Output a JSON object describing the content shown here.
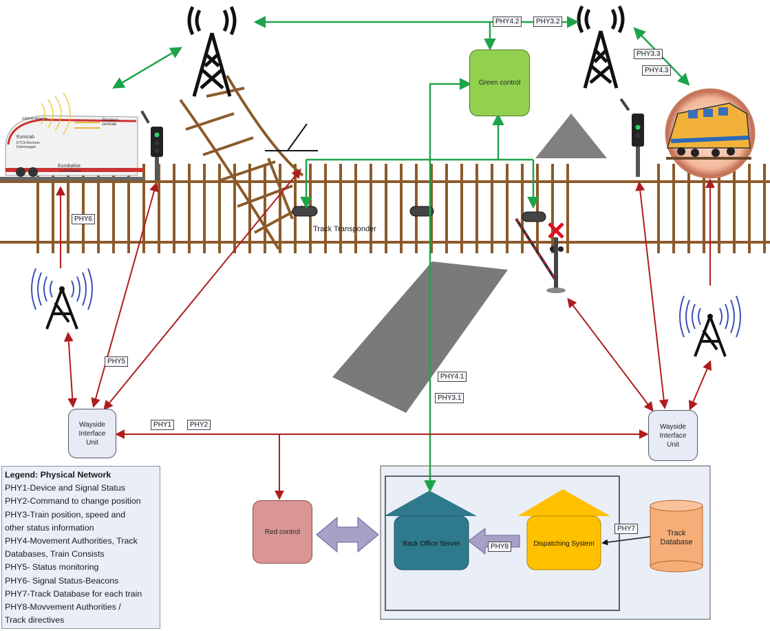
{
  "nodes": {
    "wiu_left": "Wayside\nInterface\nUnit",
    "wiu_right": "Wayside\nInterface\nUnit",
    "green_control": "Green control",
    "red_control": "Red control",
    "back_office": "Back Office Server",
    "dispatching": "Dispatching System",
    "track_db": "Track\nDatabase",
    "track_transponder": "Track Transponder"
  },
  "tags": {
    "phy4_2": "PHY4.2",
    "phy3_2": "PHY3.2",
    "phy3_3": "PHY3.3",
    "phy4_3": "PHY4.3",
    "phy6": "PHY6",
    "phy5": "PHY5",
    "phy4_1": "PHY4.1",
    "phy3_1": "PHY3.1",
    "phy1": "PHY1",
    "phy2": "PHY2",
    "phy7": "PHY7",
    "phy8": "PHY8"
  },
  "train_inset": {
    "gsm": "GSM-R-Antenne",
    "strecken": "Strecken-\nzentrale",
    "eurocab": "Eurocab",
    "eurocab_sub": "ETCS-Rechner,\nFahrzeugger.",
    "eurobalise": "Eurobalise",
    "eurobalise_sub": "in der Position"
  },
  "legend": {
    "title": "Legend: Physical Network",
    "items": [
      "PHY1-Device and Signal Status",
      "PHY2-Command to change position",
      "PHY3-Train position, speed and",
      "other status information",
      "PHY4-Movement Authorities, Track",
      "Databases, Train Consists",
      "PHY5- Status monitoring",
      "PHY6- Signal Status-Beacons",
      "PHY7-Track Database for each train",
      "PHY8-Movvement Authorities /",
      "Track directives"
    ]
  },
  "colors": {
    "green_link": "#1fa34a",
    "red_link": "#b01c1c",
    "rail": "#8b5a2b",
    "office_panel": "#e9eef7",
    "back_office": "#2e7a8c",
    "dispatching": "#ffc000",
    "track_db": "#f6ae78",
    "bidirectional": "#a9a0c8"
  }
}
